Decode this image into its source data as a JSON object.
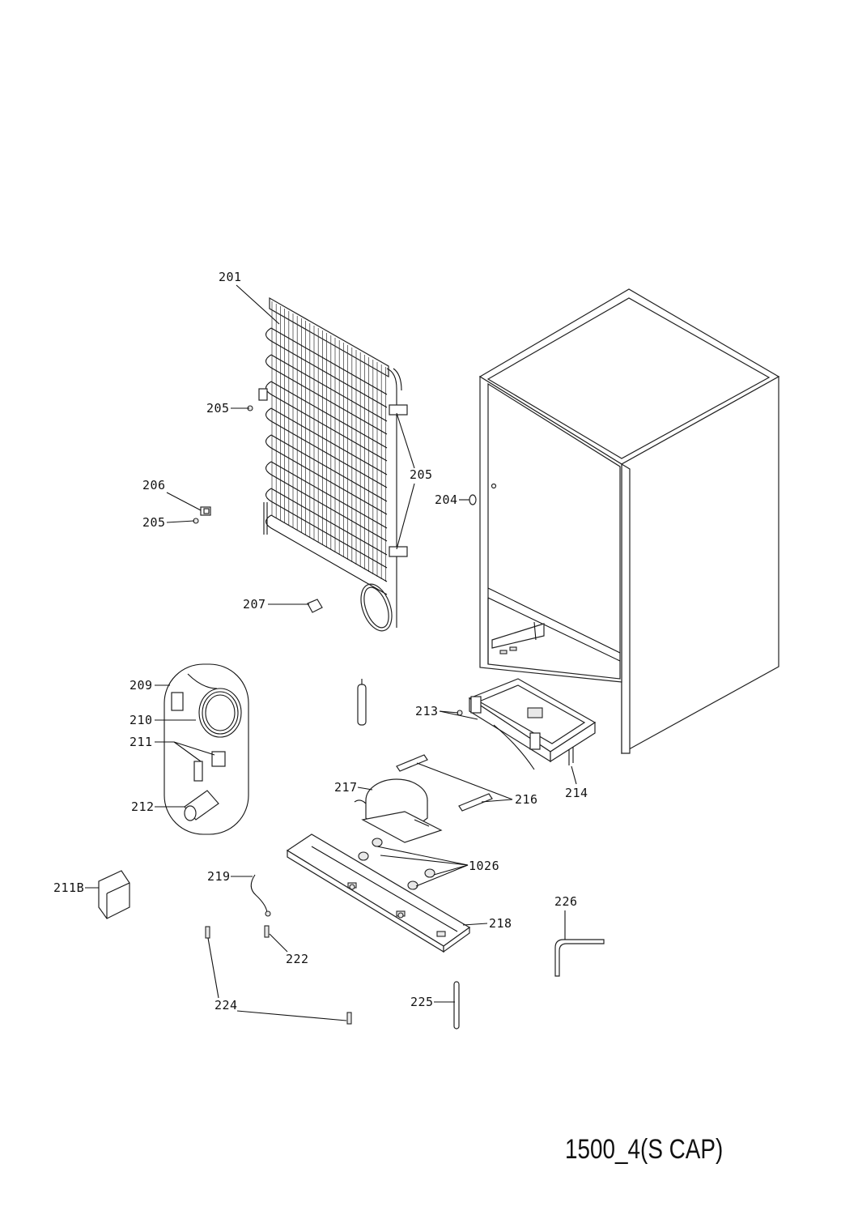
{
  "diagram": {
    "code": "1500_4(S CAP)",
    "callouts": {
      "c201": "201",
      "c205a": "205",
      "c205b": "205",
      "c205c": "205",
      "c204": "204",
      "c206": "206",
      "c207": "207",
      "c209": "209",
      "c210": "210",
      "c211": "211",
      "c212": "212",
      "c213": "213",
      "c214": "214",
      "c216": "216",
      "c217": "217",
      "c1026": "1026",
      "c211b": "211B",
      "c219": "219",
      "c218": "218",
      "c222": "222",
      "c226": "226",
      "c224": "224",
      "c225": "225"
    }
  }
}
